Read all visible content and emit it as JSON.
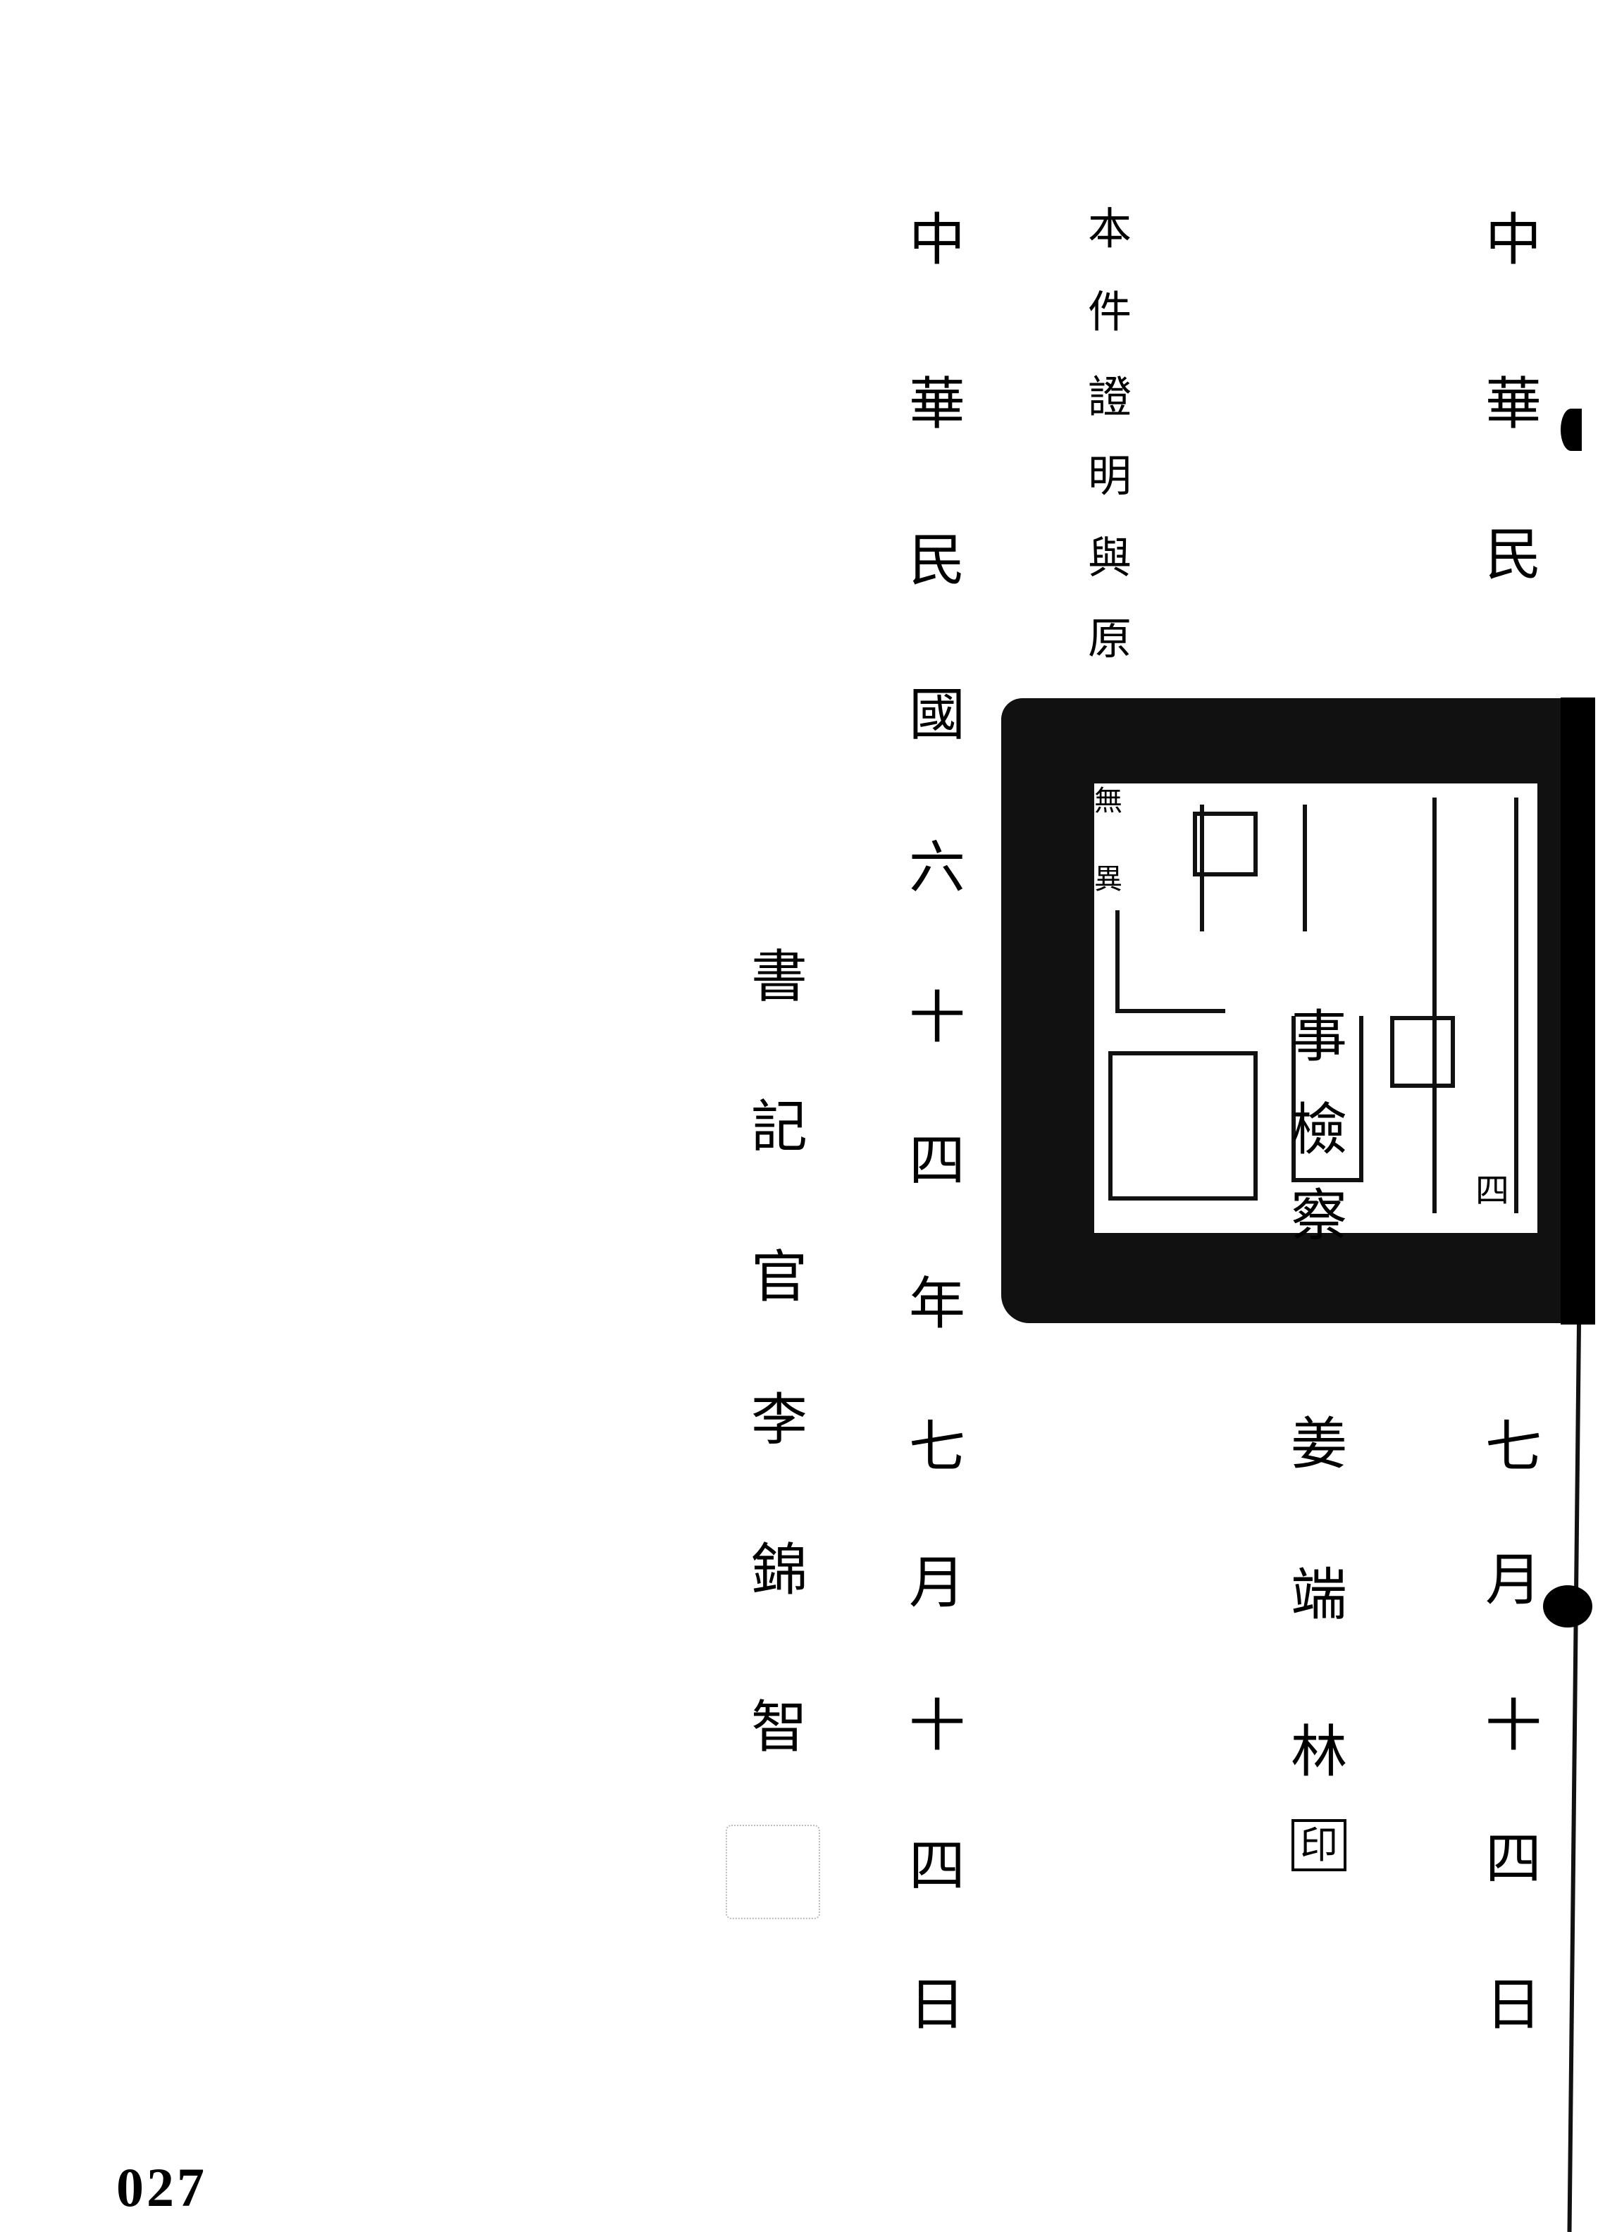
{
  "right_column": {
    "chars": [
      "中",
      "華",
      "民",
      "七",
      "月",
      "十",
      "四",
      "日"
    ]
  },
  "prosecutor_column": {
    "chars": [
      "事",
      "檢",
      "察",
      "姜",
      "端",
      "林"
    ],
    "seal_mark": "印"
  },
  "certification_column": {
    "chars": [
      "本",
      "件",
      "證",
      "明",
      "與",
      "原",
      "無",
      "異"
    ]
  },
  "date_column": {
    "chars": [
      "中",
      "華",
      "民",
      "國",
      "六",
      "十",
      "四",
      "年",
      "七",
      "月",
      "十",
      "四",
      "日"
    ]
  },
  "clerk_column": {
    "chars": [
      "書",
      "記",
      "官",
      "李",
      "錦",
      "智"
    ]
  },
  "page_number": "027",
  "seal": {
    "visible_fragment": "四"
  }
}
